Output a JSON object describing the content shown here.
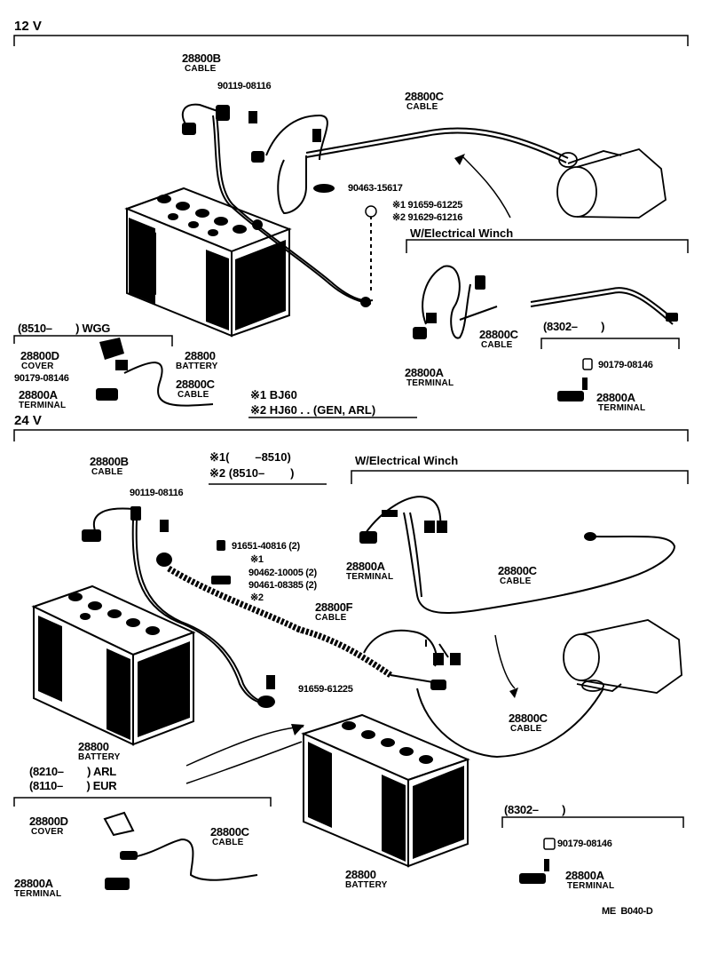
{
  "sections": {
    "s12v": "12 V",
    "s24v": "24 V"
  },
  "top": {
    "p28800b": "28800B",
    "p28800b_name": "CABLE",
    "p90119": "90119-08116",
    "p28800c": "28800C",
    "p28800c_name": "CABLE",
    "p90463": "90463-15617",
    "note1": "※1 91659-61225",
    "note2": "※2 91629-61216",
    "winch": "W/Electrical Winch",
    "battery": "28800",
    "battery_name": "BATTERY",
    "wgg": "(8510–        ) WGG",
    "p28800d": "28800D",
    "p28800d_name": "COVER",
    "p90179a": "90179-08146",
    "p28800a_left": "28800A",
    "p28800a_left_name": "TERMINAL",
    "p28800c_small": "28800C",
    "p28800c_small_name": "CABLE",
    "w_p28800c": "28800C",
    "w_p28800c_name": "CABLE",
    "w_p28800a": "28800A",
    "w_p28800a_name": "TERMINAL",
    "range8302": "(8302–        )",
    "p90179b": "90179-08146",
    "r_p28800a": "28800A",
    "r_p28800a_name": "TERMINAL",
    "legend1": "※1 BJ60",
    "legend2": "※2 HJ60 . . (GEN, ARL)"
  },
  "bottom": {
    "p28800b": "28800B",
    "p28800b_name": "CABLE",
    "range1": "※1(        –8510)",
    "range2": "※2 (8510–        )",
    "winch": "W/Electrical Winch",
    "p90119": "90119-08116",
    "p91651": "91651-40816 (2)",
    "mark1": "※1",
    "p90462": "90462-10005 (2)",
    "p90461": "90461-08385 (2)",
    "mark2": "※2",
    "p28800a_winch": "28800A",
    "p28800a_winch_name": "TERMINAL",
    "p28800c_winch": "28800C",
    "p28800c_winch_name": "CABLE",
    "p28800f": "28800F",
    "p28800f_name": "CABLE",
    "p91659": "91659-61225",
    "battery1": "28800",
    "battery1_name": "BATTERY",
    "arl": "(8210–        ) ARL",
    "eur": "(8110–        ) EUR",
    "p28800c_main": "28800C",
    "p28800c_main_name": "CABLE",
    "p28800d": "28800D",
    "p28800d_name": "COVER",
    "p28800c_small": "28800C",
    "p28800c_small_name": "CABLE",
    "p28800a_left": "28800A",
    "p28800a_left_name": "TERMINAL",
    "battery2": "28800",
    "battery2_name": "BATTERY",
    "range8302": "(8302–        )",
    "p90179": "90179-08146",
    "r_p28800a": "28800A",
    "r_p28800a_name": "TERMINAL"
  },
  "footer": {
    "code": "ME  B040-D"
  }
}
